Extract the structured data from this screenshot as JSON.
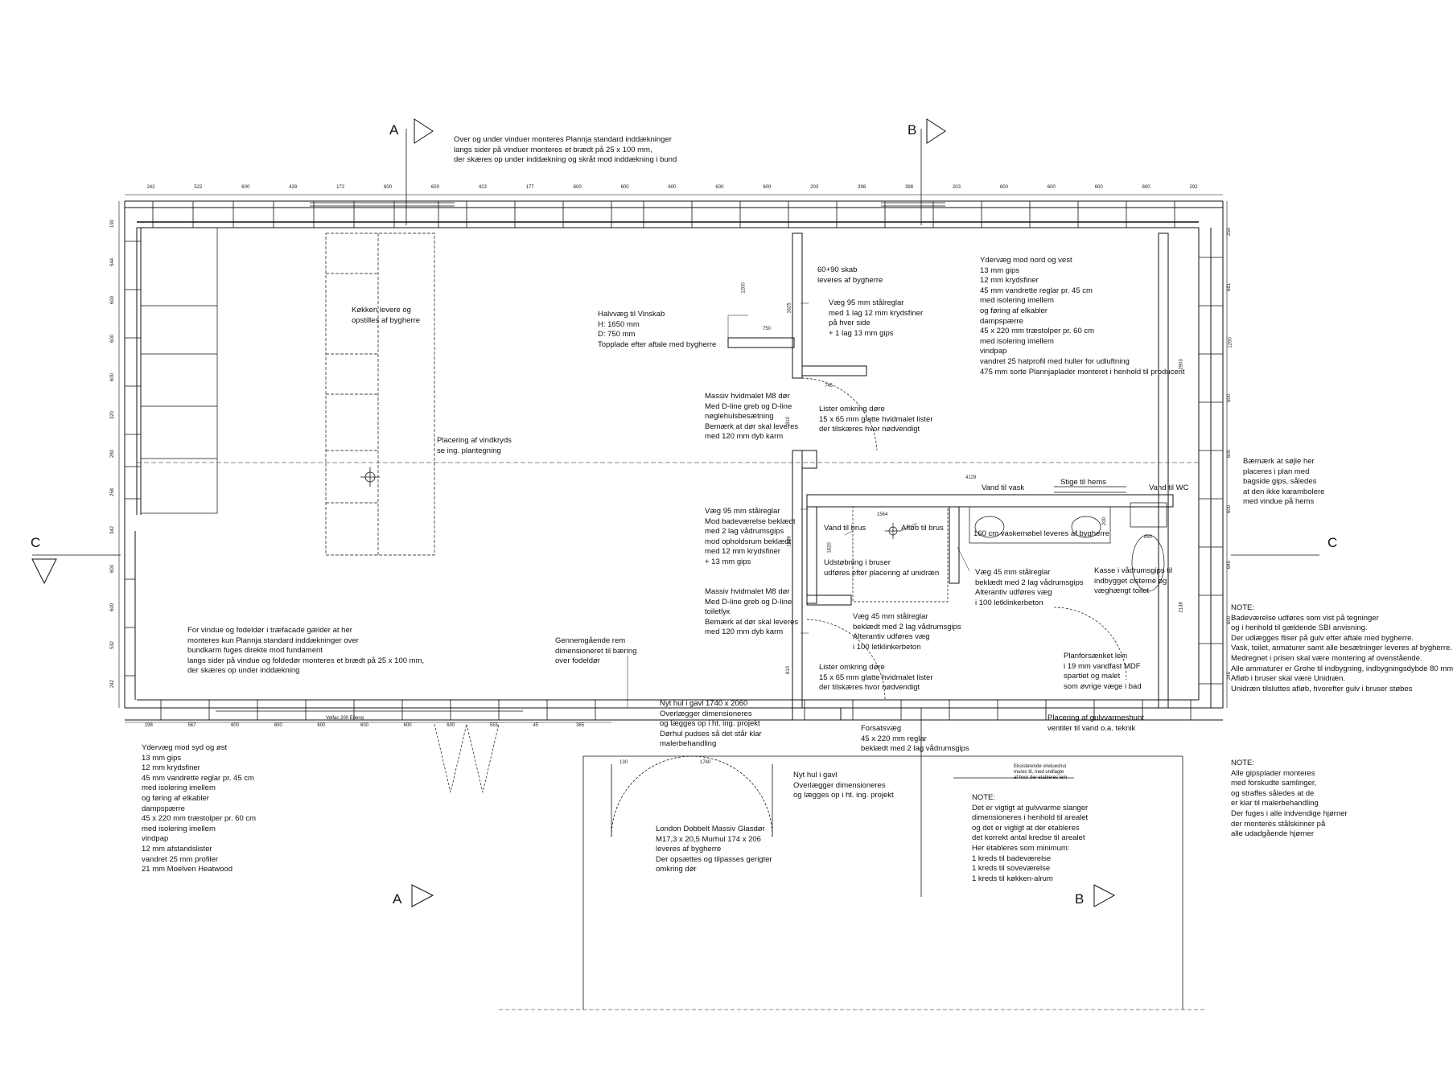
{
  "section_marks": {
    "a_top": "A",
    "a_bottom": "A",
    "b_top": "B",
    "b_bottom": "B",
    "c_left": "C",
    "c_right": "C"
  },
  "top_dims": [
    "242",
    "522",
    "600",
    "428",
    "172",
    "600",
    "600",
    "423",
    "177",
    "600",
    "600",
    "600",
    "600",
    "600",
    "203",
    "398",
    "398",
    "203",
    "600",
    "600",
    "600",
    "600",
    "292"
  ],
  "bottom_dims": [
    "198",
    "567",
    "600",
    "600",
    "600",
    "600",
    "600",
    "600",
    "555",
    "45",
    "365"
  ],
  "left_dims": [
    "190",
    "544",
    "600",
    "600",
    "600",
    "320",
    "280",
    "258",
    "342",
    "600",
    "600",
    "532",
    "242"
  ],
  "right_dims": [
    "250",
    "681",
    "1200",
    "600",
    "600",
    "600",
    "645",
    "600",
    "245"
  ],
  "room_dims": {
    "d750": "750",
    "d1200": "1200",
    "d1625": "1625",
    "d745": "745",
    "d810a": "810",
    "d4129": "4129",
    "d1564": "1564",
    "d850": "850",
    "d200": "200",
    "d2138": "2138",
    "d2903": "2903",
    "d1829": "1829",
    "d1620": "1620",
    "d810b": "810",
    "d130": "130",
    "d1740": "1740"
  },
  "notes": {
    "top_window": [
      "Over og under vinduer monteres Plannja standard inddækninger",
      "langs sider på vinduer monteres et brædt på 25 x 100 mm,",
      "der skæres op under inddækning og skråt mod inddækning i bund"
    ],
    "kitchen": [
      "Køkken levere og",
      "opstilles af bygherre"
    ],
    "cabinet": [
      "60+90 skab",
      "leveres af bygherre"
    ],
    "halfwall": [
      "Halvvæg til Vinskab",
      "H: 1650 mm",
      "D: 750 mm",
      "Topplade efter aftale med bygherre"
    ],
    "wall95_top": [
      "Væg 95 mm stålreglar",
      "med 1 lag 12 mm krydsfiner",
      "på hver side",
      "+ 1 lag 13 mm gips"
    ],
    "exterior_nw": [
      "Ydervæg mod nord og vest",
      "13 mm gips",
      "12 mm krydsfiner",
      "45 mm vandrette reglar pr. 45 cm",
      "med isolering imellem",
      "og føring af elkabler",
      "dampspærre",
      "45 x 220 mm træstolper pr. 60 cm",
      "med isolering imellem",
      "vindpap",
      "vandret 25 hatprofil med huller for udluftning",
      "475 mm sorte Plannjaplader monteret i henhold til producent"
    ],
    "door1": [
      "Massiv hvidmalet M8 dør",
      "Med D-line greb og D-line",
      "nøglehulsbesætning",
      "Bemærk at dør skal leveres",
      "med 120 mm dyb karm"
    ],
    "lister1": [
      "Lister omkring døre",
      "15 x 65 mm glatte hvidmalet lister",
      "der tilskæres hvor nødvendigt"
    ],
    "vindkryds": [
      "Placering af vindkryds",
      "se ing. plantegning"
    ],
    "column": [
      "Bæmærk at søjle her",
      "placeres i plan med",
      "bagside gips, således",
      "at den ikke karambolere",
      "med vindue på hems"
    ],
    "wall95_bath": [
      "Væg 95 mm stålreglar",
      "Mod badeværelse beklædt",
      "med 2 lag vådrumsgips",
      "mod opholdsrum beklædt",
      "med 12 mm krydsfiner",
      "+ 13 mm gips"
    ],
    "water_shower": [
      "Vand til brus"
    ],
    "drain": [
      "Afløb til brus"
    ],
    "shower_cast": [
      "Udstøbning i bruser",
      "udføres efter placering af unidræn"
    ],
    "vanity": [
      "160 cm vaskemøbel leveres af bygherre"
    ],
    "wall45_a": [
      "Væg 45 mm stålreglar",
      "beklædt med 2 lag vådrumsgips",
      "Alterantiv udføres væg",
      "i 100 letklinkerbeton"
    ],
    "toilet_box": [
      "Kasse i vådrumsgips til",
      "indbygget cisterne og",
      "væghængt toilet"
    ],
    "door2": [
      "Massiv hvidmalet M8 dør",
      "Med D-line greb og D-line",
      "toiletlук",
      "Bemærk at dør skal leveres",
      "med 120 mm dyb karm"
    ],
    "wall45_b": [
      "Væg 45 mm stålreglar",
      "beklædt med 2 lag vådrumsgips",
      "Alterantiv udføres væg",
      "i 100 letklinkerbeton"
    ],
    "lister2": [
      "Lister omkring døre",
      "15 x 65 mm glatte hvidmalet lister",
      "der tilskæres hvor nødvendigt"
    ],
    "bath_note": [
      "NOTE:",
      "Badeværelse udføres som vist på tegninger",
      "og i henhold til gældende SBI anvisning.",
      "Der udlægges fliser på gulv efter aftale med bygherre.",
      "Vask, toilet, armaturer samt alle besætninger leveres af bygherre.",
      "Medregnet i prisen skal være montering af ovenstående.",
      "Alle ammaturer er Grohe til indbygning, indbygningsdybde 80 mm",
      "Afløb i bruser skal være Unidræn.",
      "Unidræn tilsluttes afløb, hvorefter gulv i bruser støbes"
    ],
    "facade": [
      "For vindue og fodeldør i træfacade gælder at her",
      "monteres kun Plannja standard inddækninger over",
      "bundkarm fuges direkte mod fundament",
      "langs sider på vindue og foldedør monteres et brædt på 25 x 100 mm,",
      "der skæres op under inddækning"
    ],
    "beam": [
      "Gennemgående rem",
      "dimensioneret til bæring",
      "over fodeldør"
    ],
    "hatch": [
      "Planforsænket lem",
      "i 19 mm vandfast MDF",
      "spartlet og malet",
      "som øvrige væge i bad"
    ],
    "new_hole": [
      "Nyt hul i gavl 1740 x 2060",
      "Overlægger dimensioneres",
      "og lægges op i ht. ing. projekt",
      "Dørhul pudses så det står klar",
      "malerbehandling"
    ],
    "forsats": [
      "Forsatsvæg",
      "45 x 220 mm reglar",
      "beklædt med 2 lag vådrumsgips"
    ],
    "manifold": [
      "Placering af gulvvarmeshunt",
      "ventiler til vand o.a. teknik"
    ],
    "exterior_se": [
      "Ydervæg mod syd og øst",
      "13 mm gips",
      "12 mm krydsfiner",
      "45 mm vandrette reglar pr. 45 cm",
      "med isolering imellem",
      "og føring af elkabler",
      "dampspærre",
      "45 x 220 mm træstolper pr. 60 cm",
      "med isolering imellem",
      "vindpap",
      "12 mm afstandslister",
      "vandret 25 mm profiler",
      "21 mm Moelven Heatwood"
    ],
    "gable_hole": [
      "Nyt hul i gavl",
      "Overlægger dimensioneres",
      "og lægges op i ht. ing. projekt"
    ],
    "london": [
      "London Dobbelt Massiv Glasdør",
      "M17,3 x 20,5 Murhul 174 x 206",
      "leveres af bygherre",
      "Der opsættes og tilpasses gerigter",
      "omkring dør"
    ],
    "floor_heat": [
      "NOTE:",
      "Det er vigtigt at gulvvarme slanger",
      "dimensioneres i henhold til arealet",
      "og det er vigtigt at der etableres",
      "det korrekt antal kredse til arealet",
      "Her etableres som minimum:",
      "1 kreds til badeværelse",
      "1 kreds til soveværelse",
      "1 kreds til køkken-alrum"
    ],
    "gips_note": [
      "NOTE:",
      "Alle gipsplader monteres",
      "med forskudte samlinger,",
      "og straffes således at de",
      "er klar til malerbehandling",
      "Der fuges i alle indvendige hjørner",
      "der monteres stålskinner på",
      "alle udadgående hjørner"
    ],
    "existing_hole": [
      "Eksisterende vindueshul",
      "mures til, med undlagte",
      "af hvor der etableres lem"
    ]
  },
  "labels": {
    "water_sink": "Vand til vask",
    "ladder": "Stige til hems",
    "water_wc": "Vand til WC",
    "sill": "Velfac 200 Energi"
  }
}
